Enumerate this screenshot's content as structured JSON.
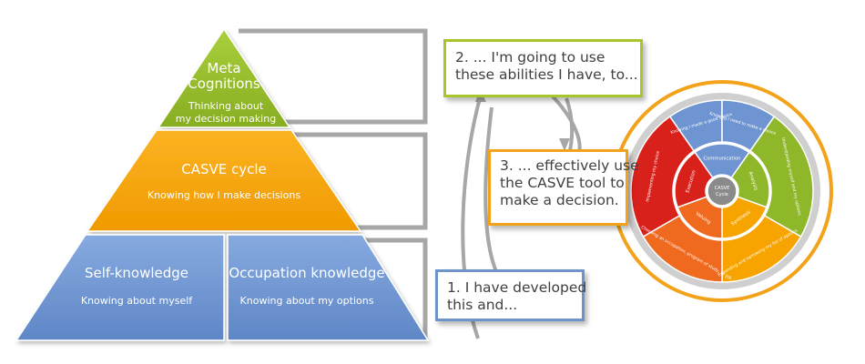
{
  "pyramid": {
    "top": {
      "title_line1": "Meta",
      "title_line2": "Cognitions",
      "subtitle_line1": "Thinking about",
      "subtitle_line2": "my decision making",
      "color": "#8eb72a"
    },
    "middle": {
      "title": "CASVE cycle",
      "subtitle": "Knowing how I make decisions",
      "color": "#f7a400"
    },
    "bottom_left": {
      "title": "Self-knowledge",
      "subtitle": "Knowing about myself",
      "color": "#6e95d2"
    },
    "bottom_right": {
      "title": "Occupation knowledge",
      "subtitle": "Knowing about my options",
      "color": "#6e95d2"
    }
  },
  "callouts": {
    "step2": {
      "line1": "2. ... I'm going to use",
      "line2": "these abilities I have, to...",
      "border_color": "#a8c52b"
    },
    "step3": {
      "line1": "3. ... effectively use",
      "line2": "the CASVE tool to",
      "line3": "make a decision.",
      "border_color": "#f2a31a"
    },
    "step1": {
      "line1": "1. I have developed",
      "line2": "this and...",
      "border_color": "#6e93c9"
    }
  },
  "casve_wheel": {
    "center_line1": "CASVE",
    "center_line2": "Cycle",
    "outer_segments": [
      "Knowing I need to make a choice",
      "Understanding myself and my options",
      "Expanding and narrowing my list of options",
      "Choosing an occupation, program of study, or job",
      "Implementing my choice",
      "Knowing I made a good choice"
    ],
    "inner_segments": [
      "Communication",
      "Analysis",
      "Synthesis",
      "Valuing",
      "Execution"
    ],
    "ring_color": "#f2a31a",
    "segment_colors": {
      "communication": "#6e95d2",
      "analysis": "#8eb72a",
      "synthesis": "#f7a400",
      "valuing": "#ef6a1f",
      "execution": "#d9211c"
    }
  }
}
